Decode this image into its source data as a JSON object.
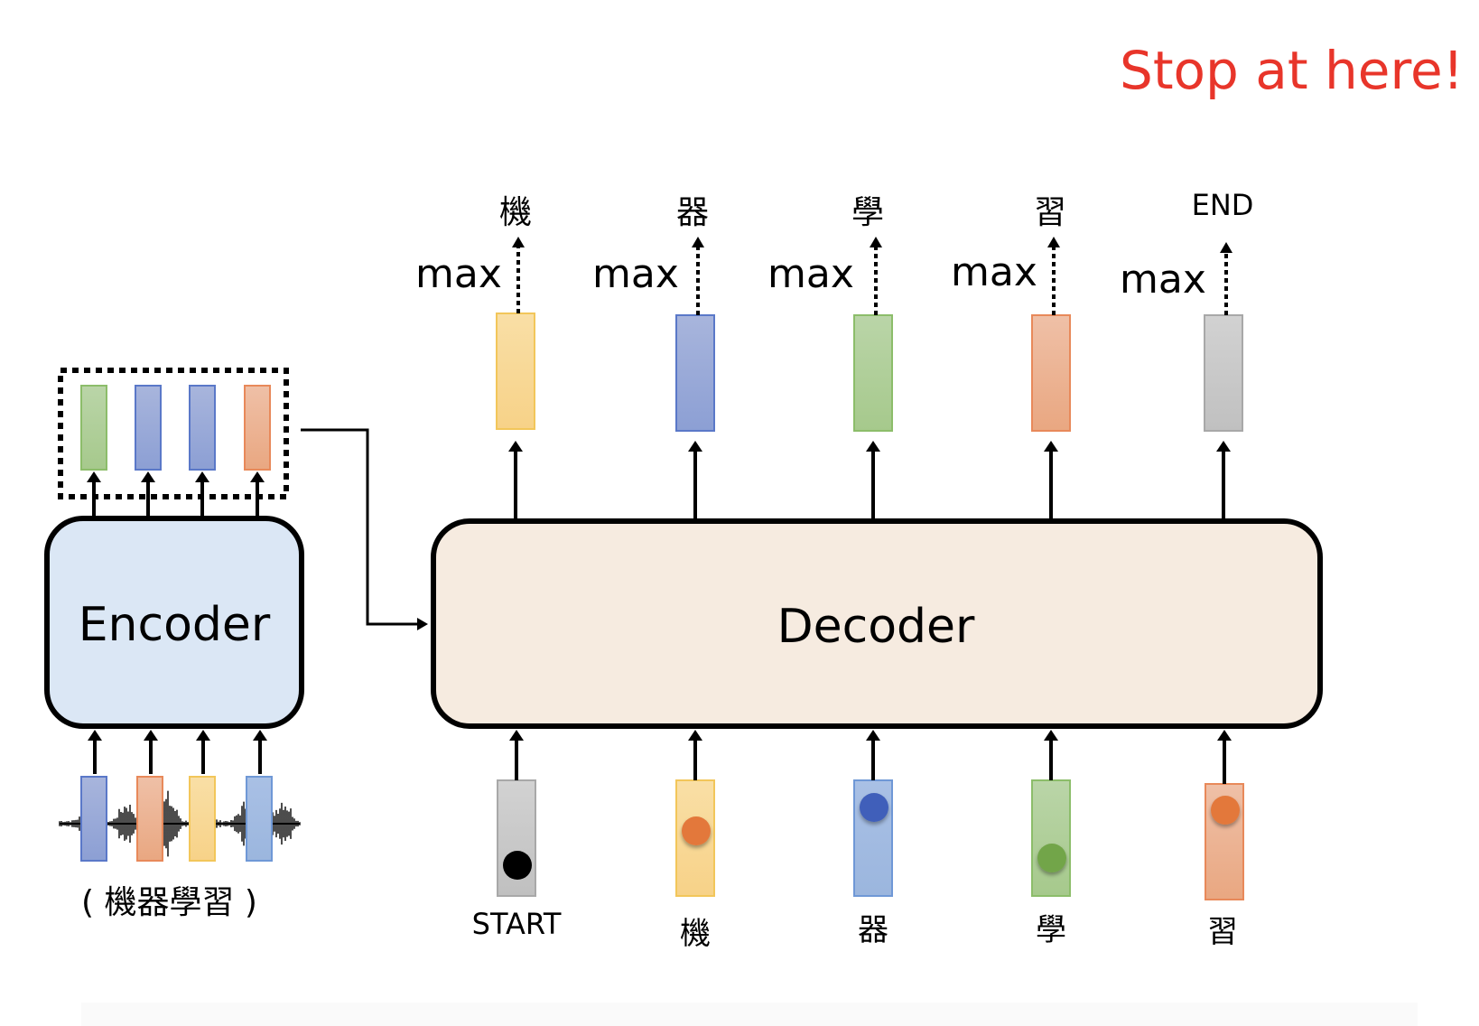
{
  "title": "Stop at here!",
  "colors": {
    "title": "#e8352a",
    "encoder_fill": "#dbe7f5",
    "decoder_fill": "#f6ebe0",
    "yellow": "#f7d58e",
    "blue": "#98a8d8",
    "lightblue": "#a3bce2",
    "green": "#b0d09a",
    "orange": "#eab090",
    "gray": "#c8c8c8"
  },
  "encoder": {
    "label": "Encoder",
    "input_caption": "( 機器學習 )",
    "input_vectors": [
      "blue",
      "orange",
      "yellow",
      "lightblue"
    ],
    "output_vectors": [
      "green",
      "blue",
      "blue",
      "orange"
    ]
  },
  "decoder": {
    "label": "Decoder",
    "max_label": "max",
    "outputs": [
      {
        "token": "機",
        "vector": "yellow"
      },
      {
        "token": "器",
        "vector": "blue"
      },
      {
        "token": "學",
        "vector": "green"
      },
      {
        "token": "習",
        "vector": "orange"
      },
      {
        "token": "END",
        "vector": "gray"
      }
    ],
    "inputs": [
      {
        "token": "START",
        "vector": "gray",
        "dot": "black",
        "dot_color": "#000000"
      },
      {
        "token": "機",
        "vector": "yellow",
        "dot": "orange",
        "dot_color": "#e3783a"
      },
      {
        "token": "器",
        "vector": "lightblue",
        "dot": "blue",
        "dot_color": "#3f5fba"
      },
      {
        "token": "學",
        "vector": "green",
        "dot": "green",
        "dot_color": "#72a548"
      },
      {
        "token": "習",
        "vector": "orange",
        "dot": "orange",
        "dot_color": "#e3783a"
      }
    ]
  }
}
